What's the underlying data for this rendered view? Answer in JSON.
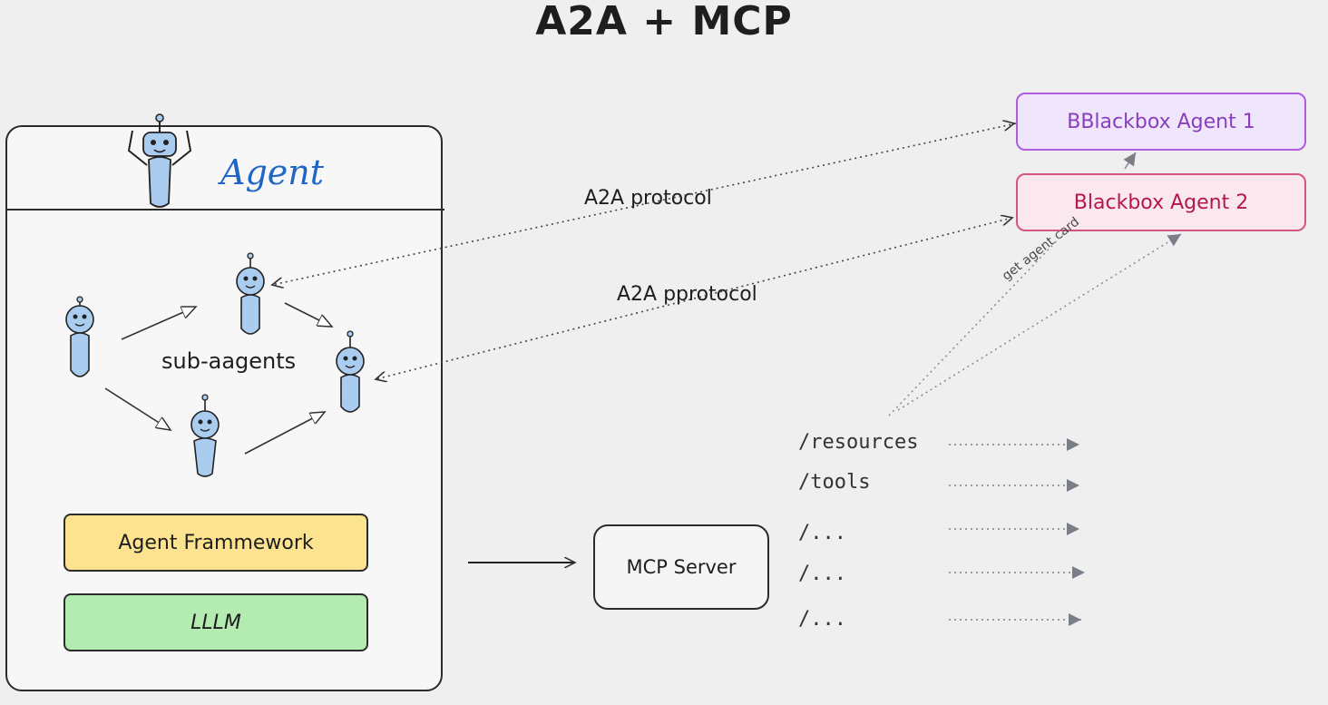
{
  "title": "A2A + MCP",
  "agent": {
    "label": "Agent",
    "subagents_label": "sub-aagents",
    "framework_label": "Agent Frammework",
    "llm_label": "LLLM"
  },
  "blackbox_agents": [
    "BBlackbox Agent 1",
    "Blackbox Agent 2"
  ],
  "protocol_labels": [
    "A2A protocol",
    "A2A pprotocol"
  ],
  "agent_card_label": "get agent card",
  "mcp_server_label": "MCP Server",
  "resources": [
    "/resources",
    "/tools",
    "/...",
    "/...",
    "/..."
  ],
  "colors": {
    "agent_label": "#1f66c5",
    "framework_fill": "#fce38f",
    "llm_fill": "#b4ebb0",
    "robot_fill": "#a9ccef",
    "blackbox1_border": "#b05ce0",
    "blackbox2_border": "#d4567d"
  }
}
